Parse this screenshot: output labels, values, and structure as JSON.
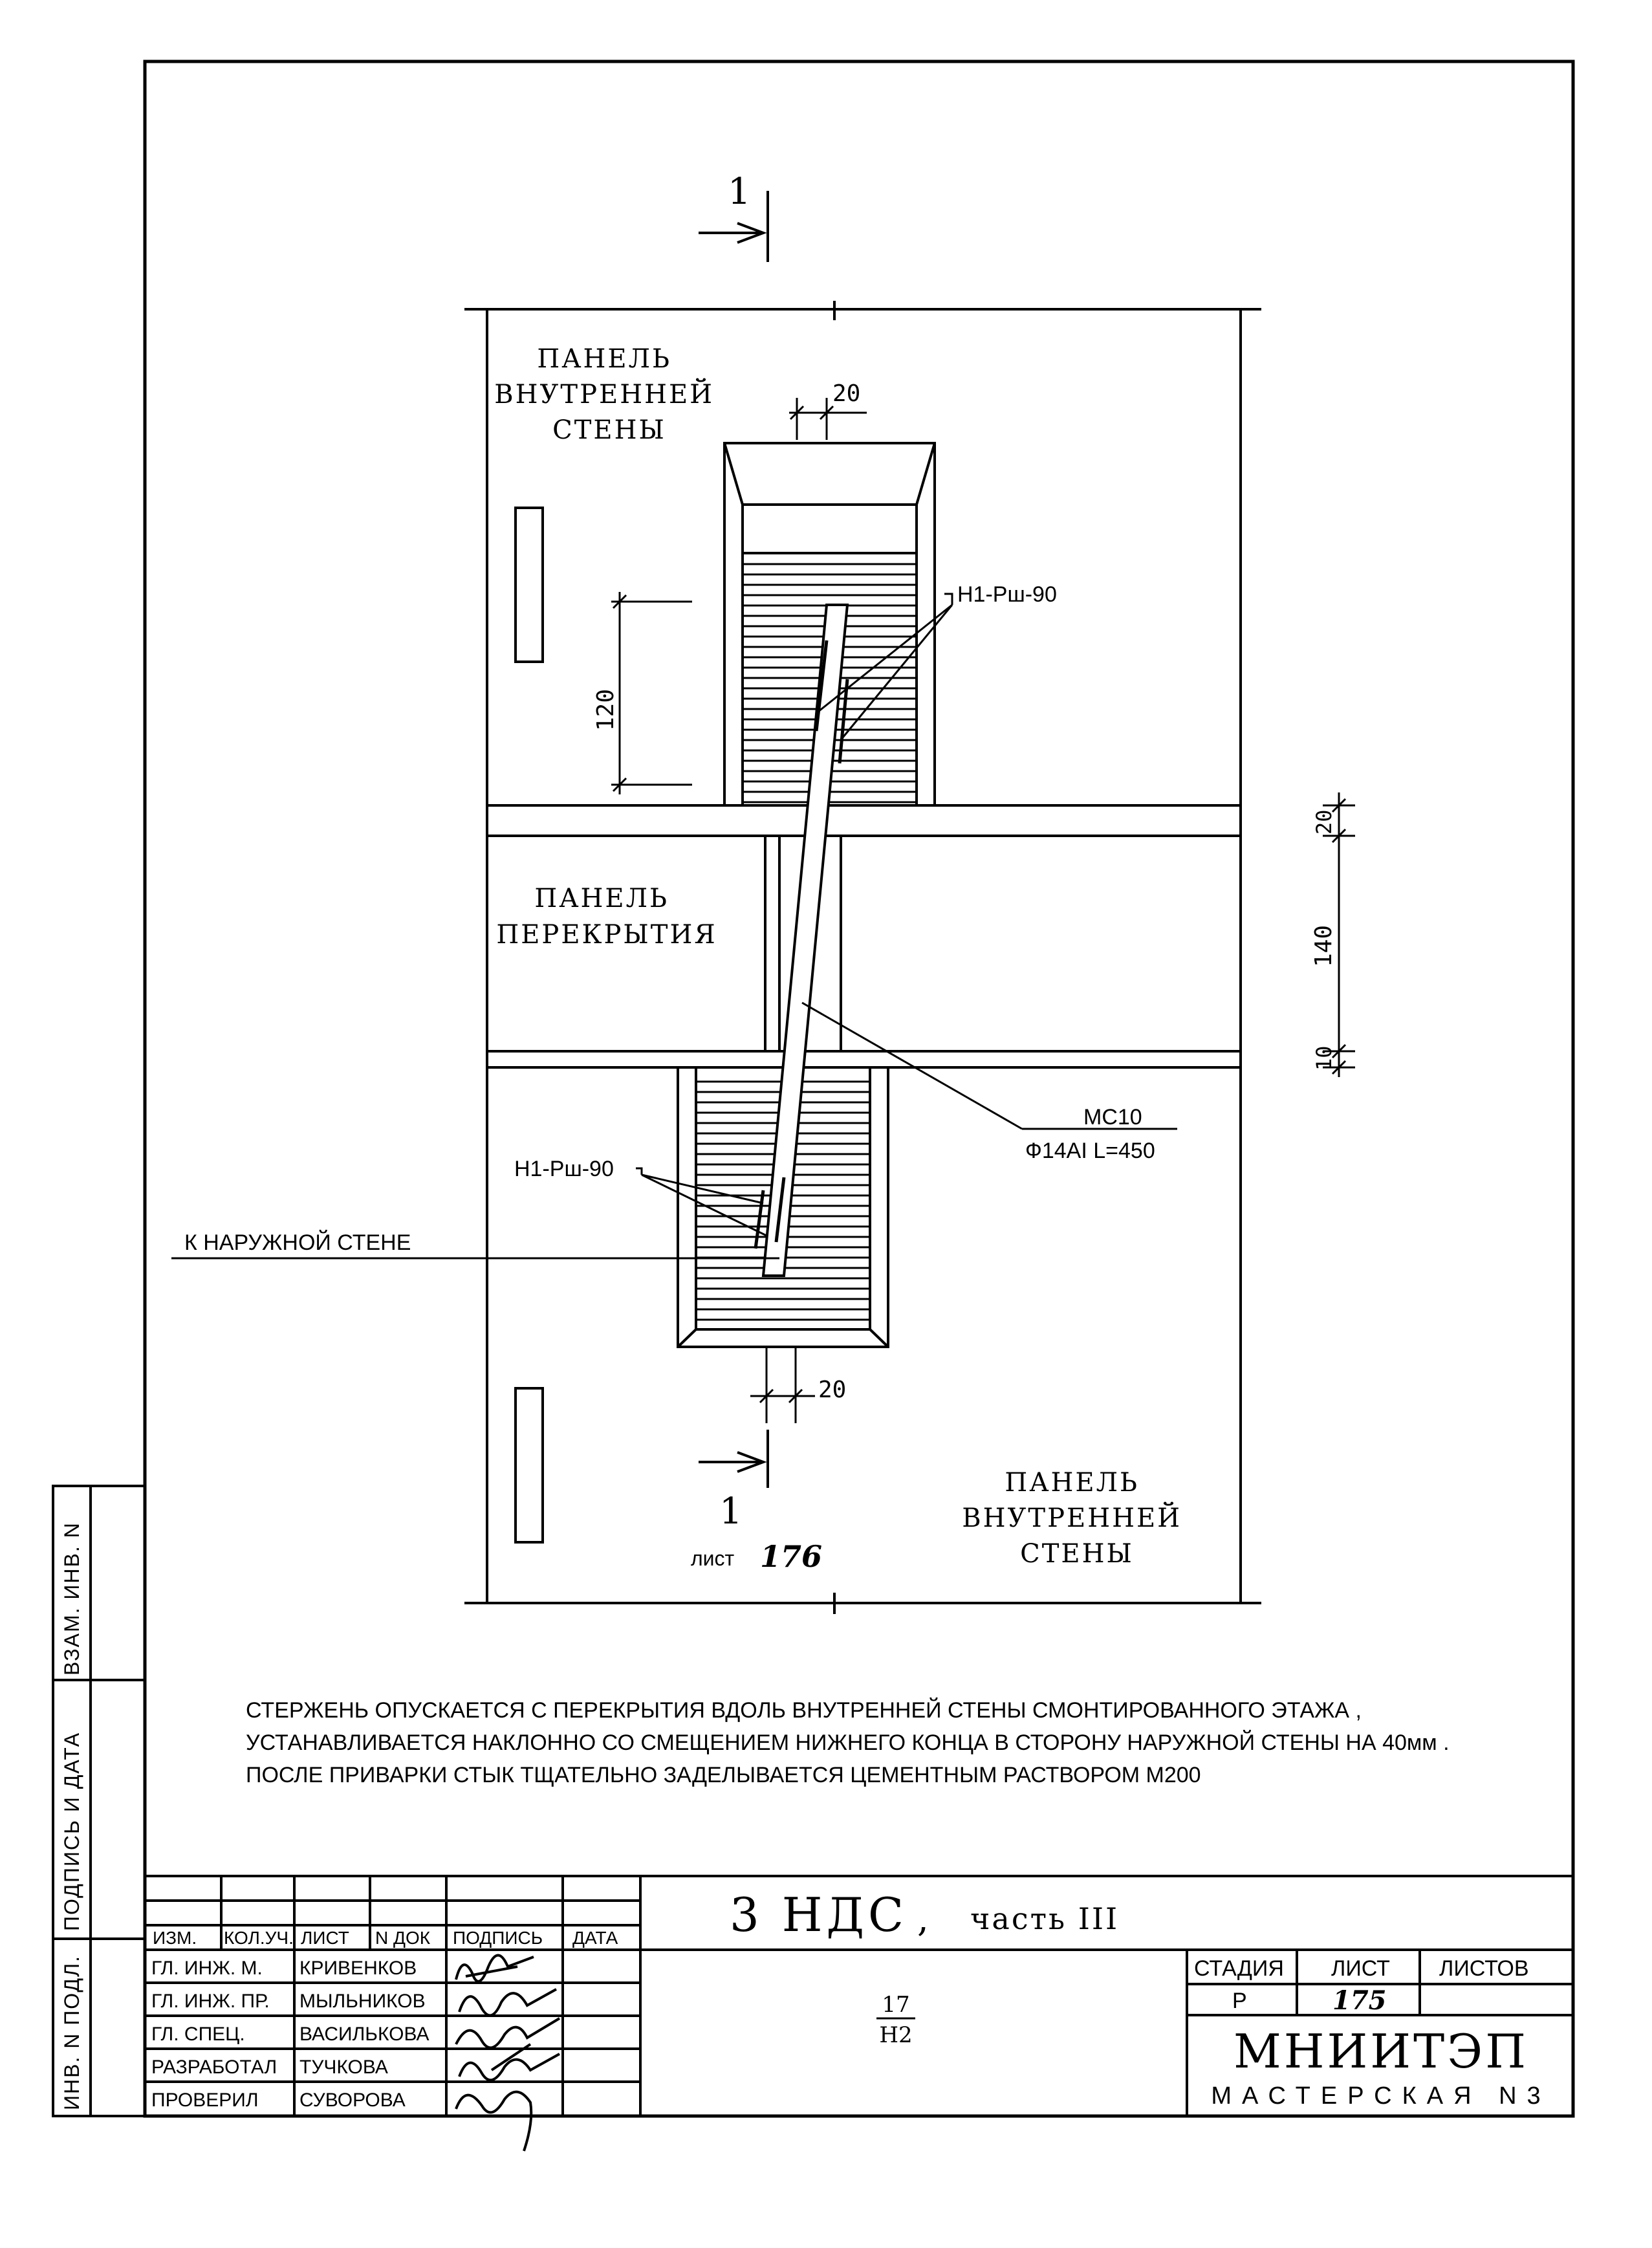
{
  "drawing": {
    "section_mark_top": "1",
    "section_mark_bottom": "1",
    "sheet_ref_label": "лист",
    "sheet_ref_number": "176",
    "label_wall_panel_top": [
      "ПАНЕЛЬ",
      "ВНУТРЕННЕЙ",
      "СТЕНЫ"
    ],
    "label_floor_panel": [
      "ПАНЕЛЬ",
      "ПЕРЕКРЫТИЯ"
    ],
    "label_wall_panel_bottom": [
      "ПАНЕЛЬ",
      "ВНУТРЕННЕЙ",
      "СТЕНЫ"
    ],
    "dim_top_gap": "20",
    "dim_bottom_gap": "20",
    "dim_height": "120",
    "dim_right_top": "20",
    "dim_right_mid": "140",
    "dim_right_bottom": "10",
    "weld_label_top": "Н1-Рш-90",
    "weld_label_bottom": "Н1-Рш-90",
    "rod_mark": "МС10",
    "rod_spec": "Ф14АI L=450",
    "to_outer_wall": "К НАРУЖНОЙ СТЕНЕ"
  },
  "notes": [
    "СТЕРЖЕНЬ ОПУСКАЕТСЯ С ПЕРЕКРЫТИЯ ВДОЛЬ ВНУТРЕННЕЙ СТЕНЫ СМОНТИРОВАННОГО ЭТАЖА ,",
    "УСТАНАВЛИВАЕТСЯ НАКЛОННО СО СМЕЩЕНИЕМ НИЖНЕГО КОНЦА В СТОРОНУ НАРУЖНОЙ СТЕНЫ НА 40мм .",
    "ПОСЛЕ ПРИВАРКИ СТЫК ТЩАТЕЛЬНО ЗАДЕЛЫВАЕТСЯ ЦЕМЕНТНЫМ РАСТВОРОМ М200"
  ],
  "side_stamp": {
    "vzam_inv": "ВЗАМ. ИНВ. N",
    "podpis_data": "ПОДПИСЬ И ДАТА",
    "inv_podl": "ИНВ. N ПОДЛ."
  },
  "title_block": {
    "headers": [
      "ИЗМ.",
      "КОЛ.УЧ.",
      "ЛИСТ",
      "N ДОК",
      "ПОДПИСЬ",
      "ДАТА"
    ],
    "people": [
      {
        "role": "ГЛ. ИНЖ. М.",
        "name": "КРИВЕНКОВ"
      },
      {
        "role": "ГЛ. ИНЖ. ПР.",
        "name": "МЫЛЬНИКОВ"
      },
      {
        "role": "ГЛ. СПЕЦ.",
        "name": "ВАСИЛЬКОВА"
      },
      {
        "role": "РАЗРАБОТАЛ",
        "name": "ТУЧКОВА"
      },
      {
        "role": "ПРОВЕРИЛ",
        "name": "СУВОРОВА"
      }
    ],
    "project_title": "3 НДС",
    "project_title_comma": ",",
    "project_part": "часть III",
    "code_top": "17",
    "code_bottom": "Н2",
    "stage_header": "СТАДИЯ",
    "sheet_header": "ЛИСТ",
    "sheets_header": "ЛИСТОВ",
    "stage_value": "Р",
    "sheet_value": "175",
    "sheets_value": "",
    "org_name": "МНИИТЭП",
    "org_sub": "МАСТЕРСКАЯ N3"
  }
}
